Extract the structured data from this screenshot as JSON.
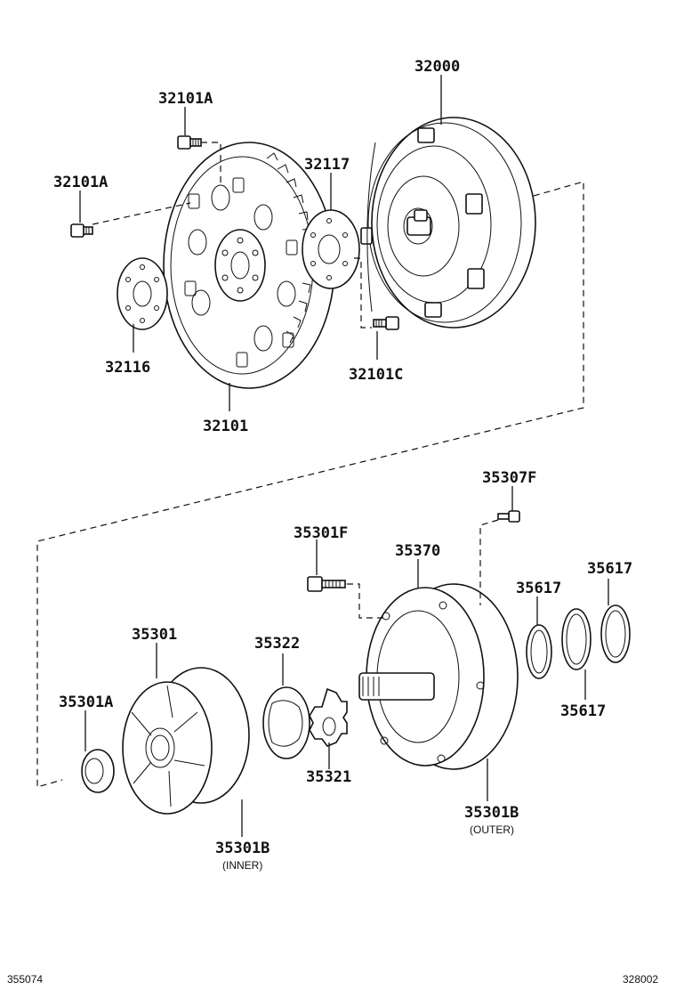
{
  "parts": {
    "p32000": "32000",
    "p32101A_top": "32101A",
    "p32101A_left": "32101A",
    "p32117": "32117",
    "p32116": "32116",
    "p32101C": "32101C",
    "p32101": "32101",
    "p35307F": "35307F",
    "p35301F": "35301F",
    "p35370": "35370",
    "p35617_a": "35617",
    "p35617_b": "35617",
    "p35617_c": "35617",
    "p35301": "35301",
    "p35322": "35322",
    "p35301A": "35301A",
    "p35321": "35321",
    "p35301B_outer": "35301B",
    "p35301B_inner": "35301B"
  },
  "notes": {
    "outer": "(OUTER)",
    "inner": "(INNER)"
  },
  "footer": {
    "left_code": "355074",
    "right_code": "328002"
  }
}
